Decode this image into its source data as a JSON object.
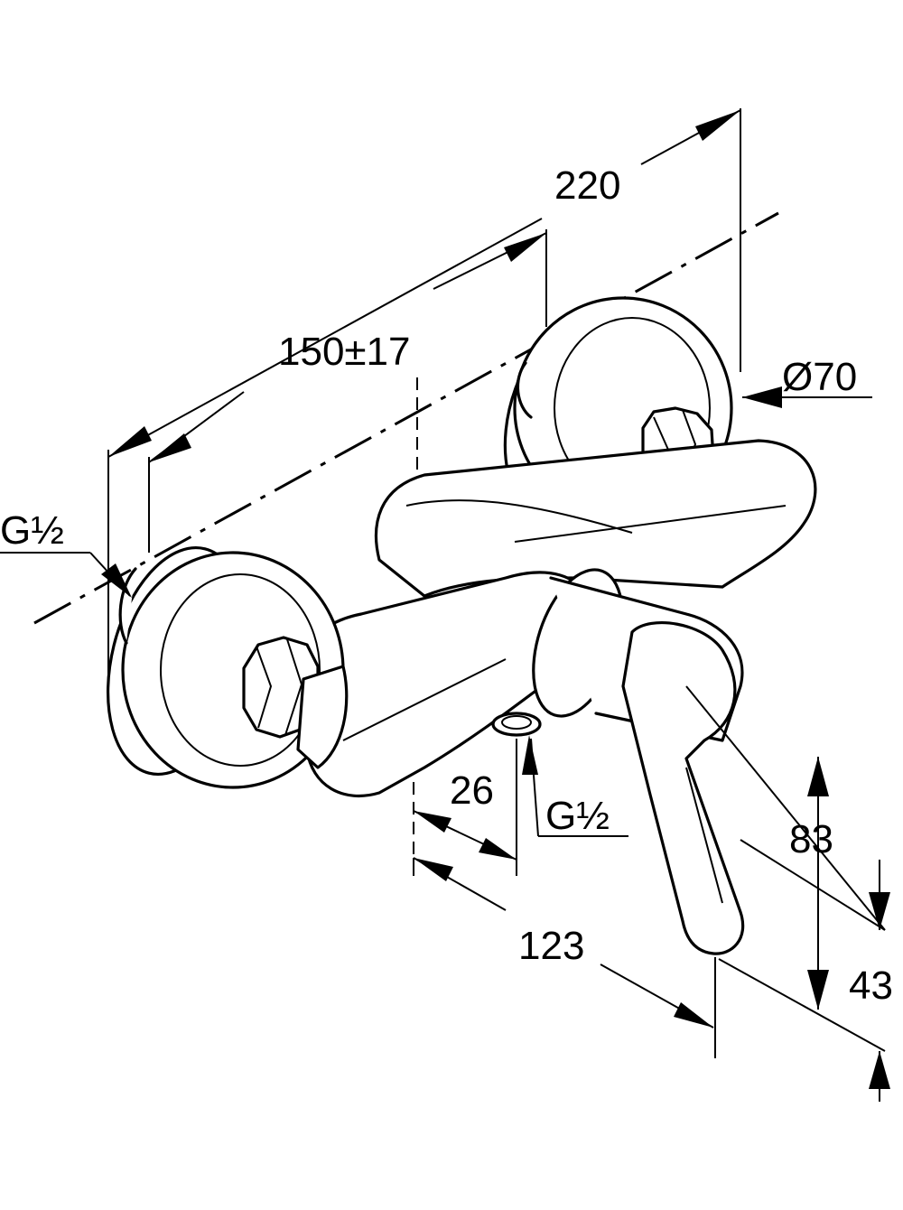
{
  "diagram": {
    "dimensions": {
      "overall_width": "220",
      "center_distance": "150±17",
      "rosette_diameter": "Ø70",
      "left_inlet_thread": "G½",
      "outlet_thread": "G½",
      "outlet_offset": "26",
      "projection": "123",
      "lever_height": "83",
      "lever_drop": "43"
    }
  }
}
